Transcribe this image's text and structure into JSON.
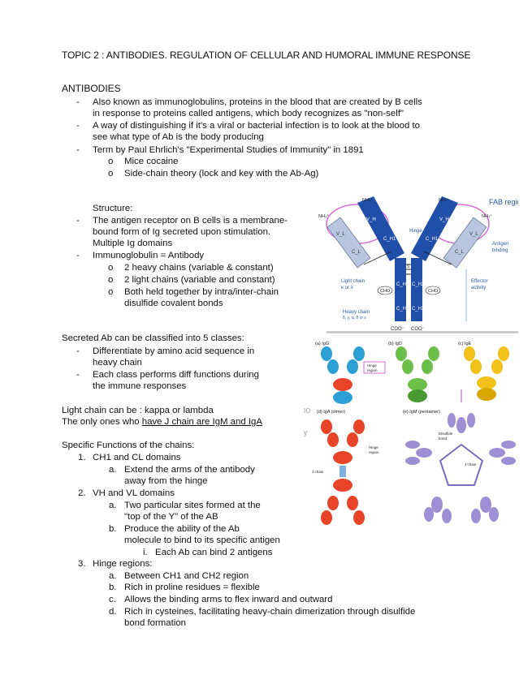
{
  "title": "TOPIC 2 : ANTIBODIES. REGULATION OF CELLULAR AND HUMORAL IMMUNE RESPONSE",
  "antibodies": {
    "heading": "ANTIBODIES",
    "b1": [
      "Also known as immunoglobulins, proteins in the blood that are created by B cells",
      "in response to proteins called antigens, which body recognizes as \"non-self\""
    ],
    "b2": [
      "A way of distinguishing if it's a viral or bacterial infection is to look at the blood to",
      "see what type of Ab is the body producing"
    ],
    "b3": "Term by Paul Ehrlich's \"Experimental Studies of Immunity\" in 1891",
    "sub": [
      "Mice cocaine",
      "Side-chain theory (lock and key with the Ab-Ag)"
    ]
  },
  "structure": {
    "heading": "Structure:",
    "b1": [
      "The antigen receptor on B cells is a membrane-",
      "bound form of Ig secreted upon stimulation.",
      "Multiple Ig domains"
    ],
    "b2": "Immunoglobulin = Antibody",
    "sub": [
      "2 heavy chains (variable & constant)",
      "2 light chains (variable and constant)",
      "Both held together by intra/inter-chain",
      "disulfide covalent bonds"
    ]
  },
  "classes": {
    "heading": "Secreted Ab can be classified into 5 classes:",
    "b1": [
      "Differentiate by amino acid sequence in",
      "heavy chain"
    ],
    "b2": [
      "Each class performs diff functions during",
      "the immune responses"
    ]
  },
  "light": {
    "line1": "Light chain can be : kappa or lambda",
    "line2": "The only ones who have J chain are IgM and IgA",
    "line2_plain": "The only ones who ",
    "line2_ul": "have J chain are IgM and IgA"
  },
  "functions": {
    "heading": "Specific Functions of the chains:",
    "i1": "CH1 and CL domains",
    "i1a": [
      "Extend the arms of the antibody",
      "away from the hinge"
    ],
    "i2": "VH and VL domains",
    "i2a": [
      "Two particular sites formed at the",
      "\"top of the Y\" of the AB"
    ],
    "i2b": [
      "Produce the ability of the Ab",
      "molecule to bind to its specific antigen"
    ],
    "i2bi": "Each Ab can bind 2 antigens",
    "i3": "Hinge regions:",
    "i3a": "Between CH1 and CH2 region",
    "i3b": "Rich in proline residues = flexible",
    "i3c": "Allows the binding arms to flex inward and outward",
    "i3d": [
      "Rich in cysteines, facilitating heavy-chain dimerization through disulfide",
      "bond formation"
    ]
  },
  "markers": {
    "dash": "-",
    "circle": "o",
    "n1": "1.",
    "n2": "2.",
    "n3": "3.",
    "a": "a.",
    "b": "b.",
    "c": "c.",
    "d": "d.",
    "i": "i."
  },
  "fig1": {
    "fab": "FAB region",
    "hinge": "Hinge",
    "antigen_binding": [
      "Antigen",
      "binding"
    ],
    "effector": [
      "Effector",
      "activity"
    ],
    "light_chain": [
      "Light chain",
      "κ or λ"
    ],
    "heavy_chain": [
      "Heavy chain",
      "δ, γ, α, δ or ε"
    ],
    "cho": "CHO",
    "coo": "COO⁻",
    "nh3": "NH₃⁺",
    "vl": "V_L",
    "cl": "C_L",
    "vh": "V_H",
    "ch1": "C_H1",
    "ch2": "C_H2",
    "ch3": "C_H3",
    "s": "S"
  },
  "fig2": {
    "igg": "(a) IgG",
    "igd": "(b) IgD",
    "ige": "(c) IgE",
    "hinge_region": [
      "Hinge",
      "region"
    ],
    "iga": "(d) IgA (dimer)",
    "igm": "(e) IgM (pentamer)",
    "hinge_region2": [
      "Hinge",
      "region"
    ],
    "jchain": "J chain",
    "jchain2": "J chain",
    "disulfide": [
      "Disulfide",
      "bond"
    ],
    "edge_io": "IO",
    "edge_y": "y"
  },
  "colors": {
    "heavy": "#1f4fa8",
    "light": "#b8c7de",
    "pink": "#d66bd6",
    "igg": "#2b9fd6",
    "igd": "#6cc04a",
    "ige": "#f2c21a",
    "iga": "#e8442a",
    "igm": "#9c8fd4"
  }
}
